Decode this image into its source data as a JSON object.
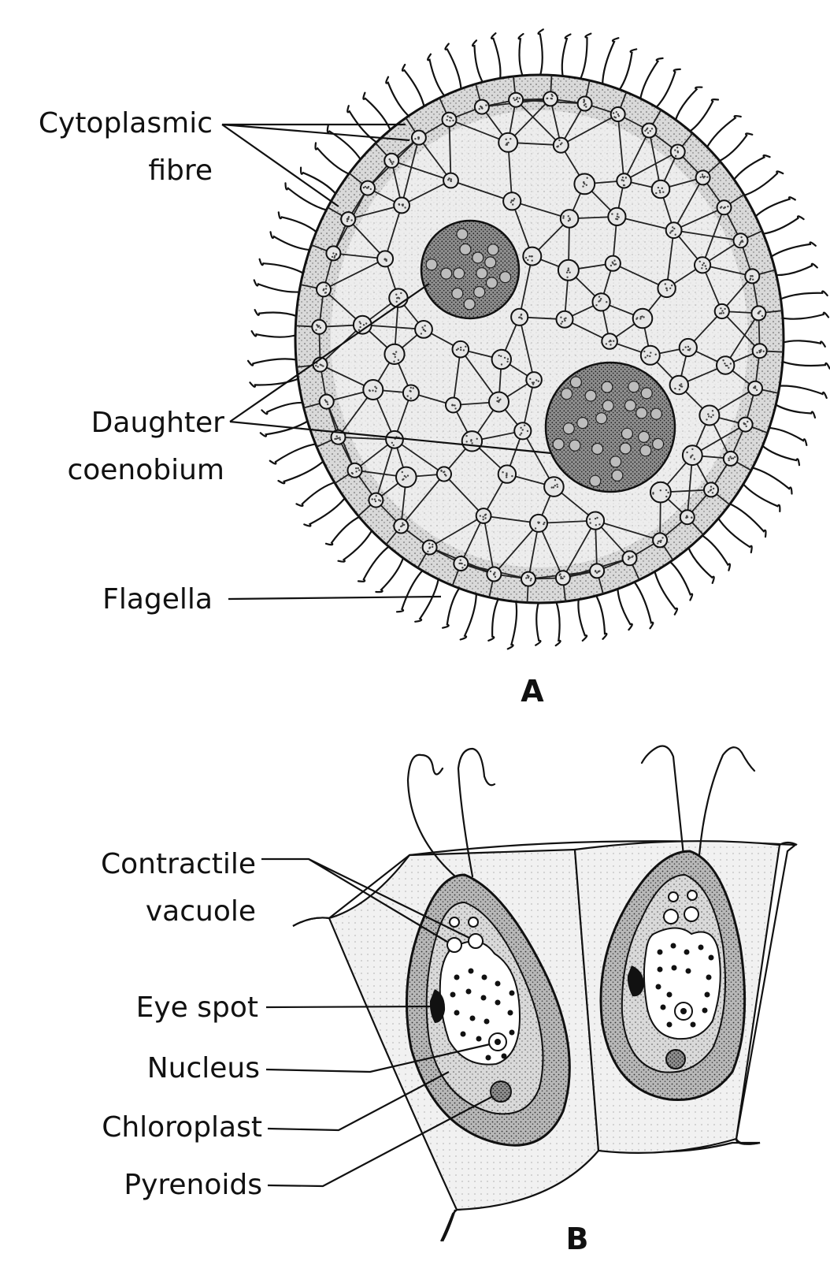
{
  "panel_a": {
    "label": "A",
    "labels": {
      "cytoplasmic_fibre_line1": "Cytoplasmic",
      "cytoplasmic_fibre_line2": "fibre",
      "daughter_coenobium_line1": "Daughter",
      "daughter_coenobium_line2": "coenobium",
      "flagella": "Flagella"
    }
  },
  "panel_b": {
    "label": "B",
    "labels": {
      "contractile_vacuole_line1": "Contractile",
      "contractile_vacuole_line2": "vacuole",
      "eye_spot": "Eye spot",
      "nucleus": "Nucleus",
      "chloroplast": "Chloroplast",
      "pyrenoids": "Pyrenoids"
    }
  },
  "colors": {
    "ink": "#111111",
    "stipple_dark": "#8a8a8a",
    "stipple_light": "#d6d6d6",
    "background": "#ffffff"
  }
}
